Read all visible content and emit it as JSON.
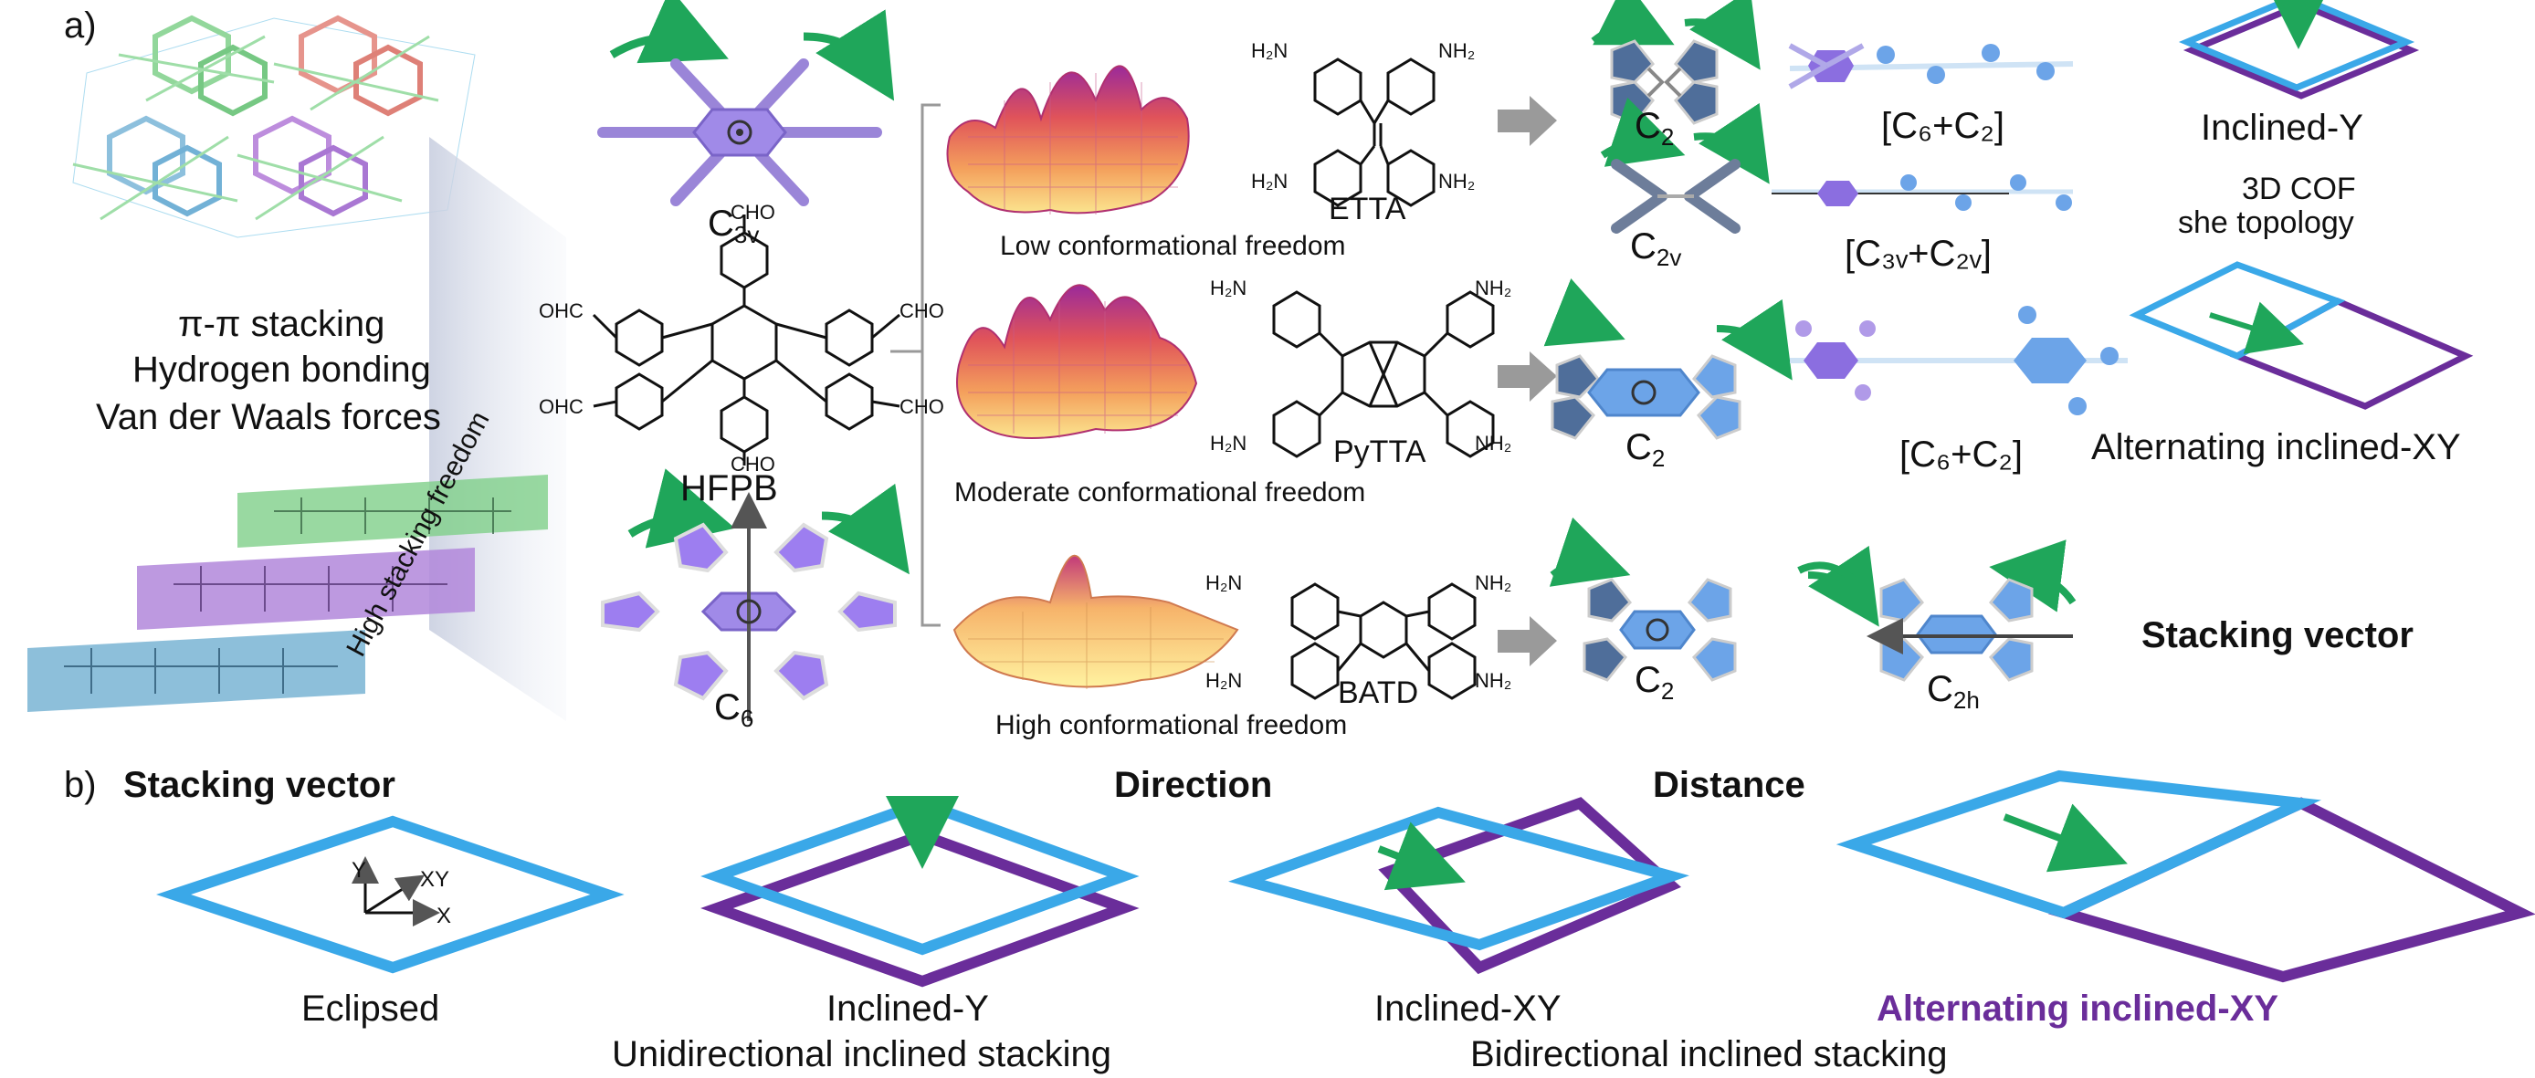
{
  "panel_a": {
    "label": "a)",
    "interactions": [
      "π-π stacking",
      "Hydrogen bonding",
      "Van der Waals forces"
    ],
    "high_stacking_freedom": "High stacking freedom",
    "symmetry": {
      "c3v": {
        "base": "C",
        "sub": "3v"
      },
      "c6": {
        "base": "C",
        "sub": "6"
      },
      "c2_a": {
        "base": "C",
        "sub": "2"
      },
      "c2v": {
        "base": "C",
        "sub": "2v"
      },
      "c2_b": {
        "base": "C",
        "sub": "2"
      },
      "c2_c": {
        "base": "C",
        "sub": "2"
      },
      "c2h": {
        "base": "C",
        "sub": "2h"
      }
    },
    "core_molecule": {
      "name": "HFPB",
      "groups": {
        "top": "CHO",
        "left_top": "OHC",
        "right_top": "CHO",
        "left_bottom": "OHC",
        "right_bottom": "CHO",
        "bottom": "CHO"
      }
    },
    "linkers": [
      {
        "name": "ETTA",
        "amine": "H₂N",
        "amine_r": "NH₂",
        "freedom": "Low conformational freedom",
        "combos": [
          "[C₆+C₂]",
          "[C₃ᵥ+C₂ᵥ]"
        ],
        "result": "Inclined-Y",
        "note_line1": "3D COF",
        "note_line2": "she topology"
      },
      {
        "name": "PyTTA",
        "amine": "H₂N",
        "amine_r": "NH₂",
        "freedom": "Moderate conformational freedom",
        "combos": [
          "[C₆+C₂]"
        ],
        "result": "Alternating inclined-XY"
      },
      {
        "name": "BATD",
        "amine": "H₂N",
        "amine_r": "NH₂",
        "freedom": "High conformational freedom",
        "result": "Stacking vector"
      }
    ]
  },
  "panel_b": {
    "label": "b)",
    "title": "Stacking vector",
    "direction": "Direction",
    "distance": "Distance",
    "axes": {
      "y": "Y",
      "xy": "XY",
      "x": "X"
    },
    "modes": [
      "Eclipsed",
      "Inclined-Y",
      "Inclined-XY",
      "Alternating inclined-XY"
    ],
    "groups": [
      "Unidirectional inclined stacking",
      "Bidirectional inclined stacking"
    ]
  },
  "colors": {
    "blue": "#3aa8e8",
    "purple": "#6a2d9a",
    "arrow_green": "#1fa65a",
    "mol_purple": "#9b7be0",
    "mol_blue": "#6fa4e6"
  }
}
